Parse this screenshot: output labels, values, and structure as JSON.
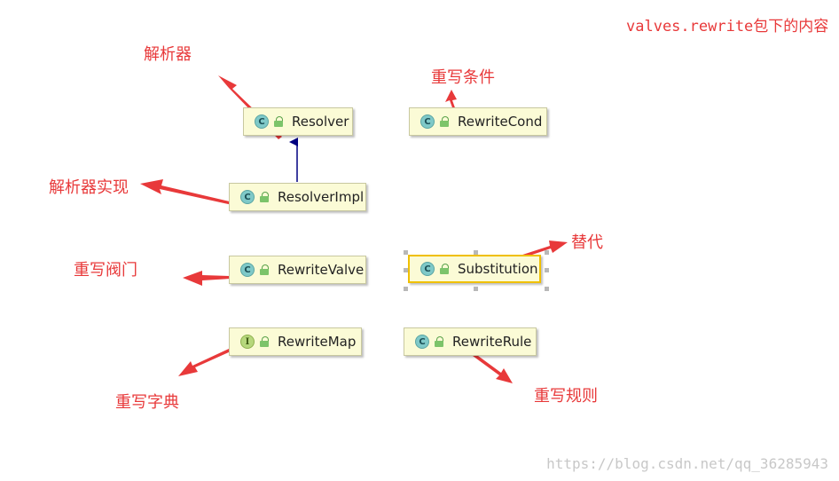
{
  "note": "valves.rewrite包下的内容",
  "watermark": "https://blog.csdn.net/qq_36285943",
  "badges": {
    "class": "C",
    "interface": "I"
  },
  "nodes": {
    "resolver": "Resolver",
    "rewrite_cond": "RewriteCond",
    "resolver_impl": "ResolverImpl",
    "rewrite_valve": "RewriteValve",
    "substitution": "Substitution",
    "rewrite_map": "RewriteMap",
    "rewrite_rule": "RewriteRule"
  },
  "annotations": {
    "resolver": "解析器",
    "rewrite_cond": "重写条件",
    "resolver_impl": "解析器实现",
    "rewrite_valve": "重写阀门",
    "substitution": "替代",
    "rewrite_map": "重写字典",
    "rewrite_rule": "重写规则"
  },
  "colors": {
    "annotation": "#e8393a",
    "node_bg": "#fbfbd6",
    "inherit_arrow": "#000080",
    "selection": "#f0c000"
  },
  "icons": [
    "class-icon",
    "interface-icon",
    "package-private-lock-icon",
    "red-callout-arrow"
  ]
}
